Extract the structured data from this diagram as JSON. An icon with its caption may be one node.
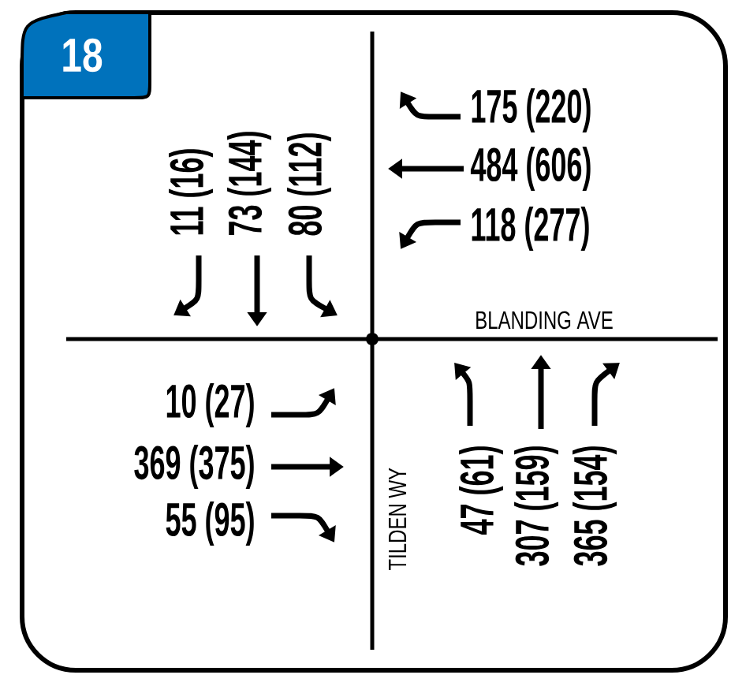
{
  "diagram": {
    "labels": [
      "18",
      "11 (16)",
      "73 (144)",
      "80 (112)",
      "175 (220)",
      "484 (606)",
      "118 (277)",
      "BLANDING AVE",
      "10 (27)",
      "369 (375)",
      "55 (95)",
      "TILDEN WY",
      "47 (61)",
      "307 (159)",
      "365 (154)"
    ]
  }
}
